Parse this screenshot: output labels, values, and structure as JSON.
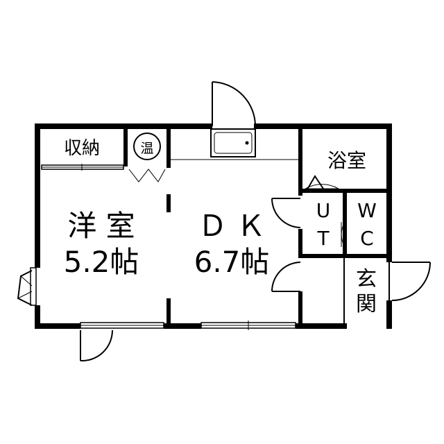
{
  "rooms": {
    "storage": {
      "label": "収納"
    },
    "water_heater": {
      "label": "温"
    },
    "western_room": {
      "name": "洋 室",
      "size": "5.2帖"
    },
    "dining_kitchen": {
      "name": "Ｄ Ｋ",
      "size": "6.7帖"
    },
    "bathroom": {
      "label": "浴室"
    },
    "utility": {
      "line1": "U",
      "line2": "T"
    },
    "toilet": {
      "line1": "W",
      "line2": "C"
    },
    "entrance": {
      "line1": "玄",
      "line2": "関"
    }
  }
}
